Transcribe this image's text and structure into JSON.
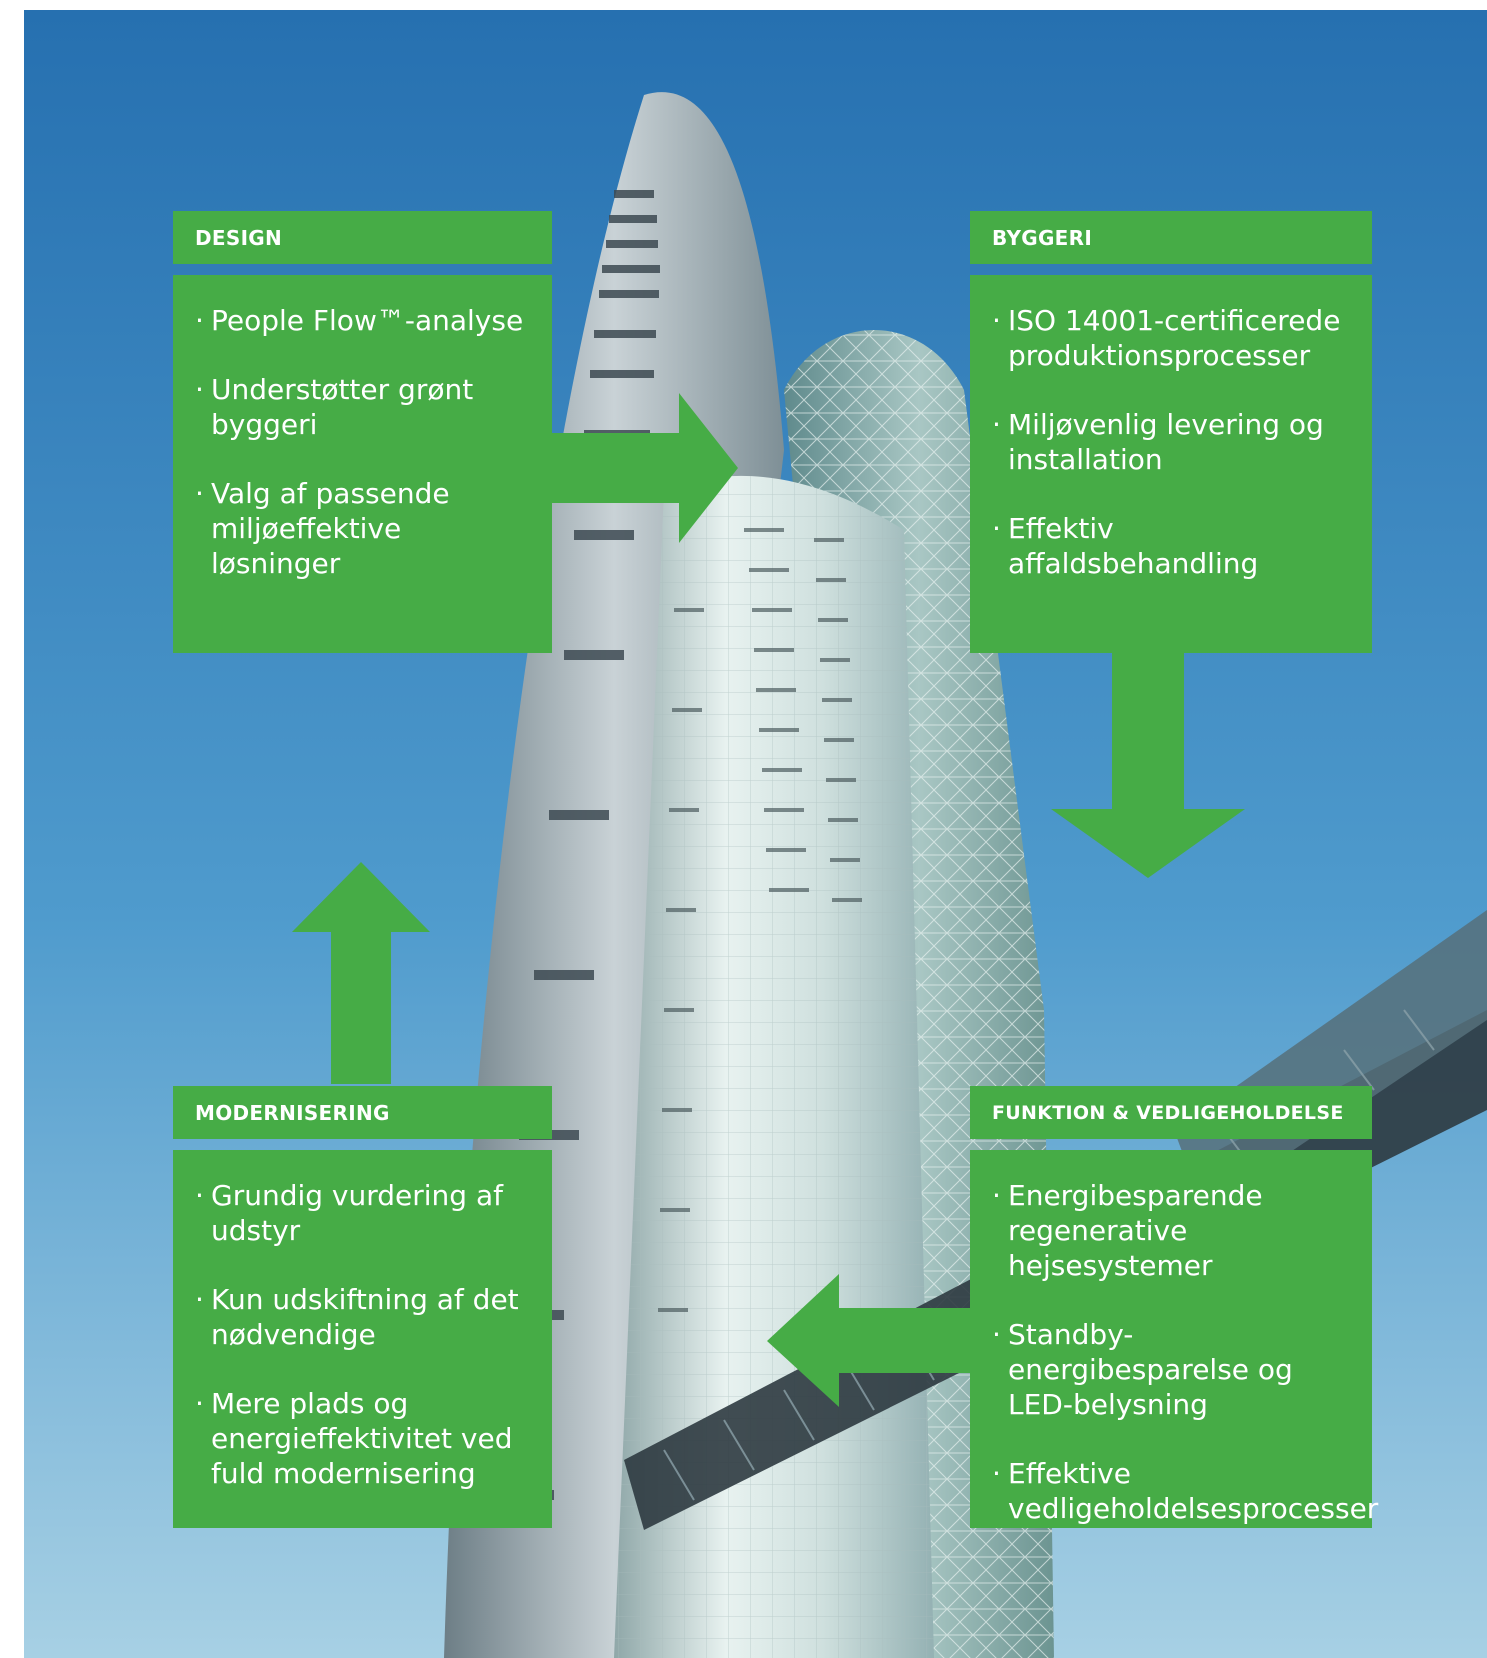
{
  "quadrants": {
    "design": {
      "title": "DESIGN",
      "items": [
        "People Flow™-analyse",
        "Understøtter grønt byggeri",
        "Valg af passende miljøeffektive løsninger"
      ]
    },
    "byggeri": {
      "title": "BYGGERI",
      "items": [
        "ISO 14001-certificerede produktionsprocesser",
        "Miljøvenlig levering og installation",
        "Effektiv affaldsbehandling"
      ]
    },
    "modernisering": {
      "title": "MODERNISERING",
      "items": [
        "Grundig vurdering af udstyr",
        "Kun udskiftning af det nødvendige",
        "Mere plads og energieffektivitet ved fuld modernisering"
      ]
    },
    "funktion": {
      "title": "FUNKTION & VEDLIGEHOLDELSE",
      "items": [
        "Energibesparende regenerative hejsesystemer",
        "Standby-energibesparelse og LED-belysning",
        "Effektive vedligeholdelsesprocesser"
      ]
    }
  },
  "bullet": "·",
  "colors": {
    "green": "#46ac46",
    "sky_top": "#2a73b3",
    "sky_bottom": "#a9d2e6"
  }
}
